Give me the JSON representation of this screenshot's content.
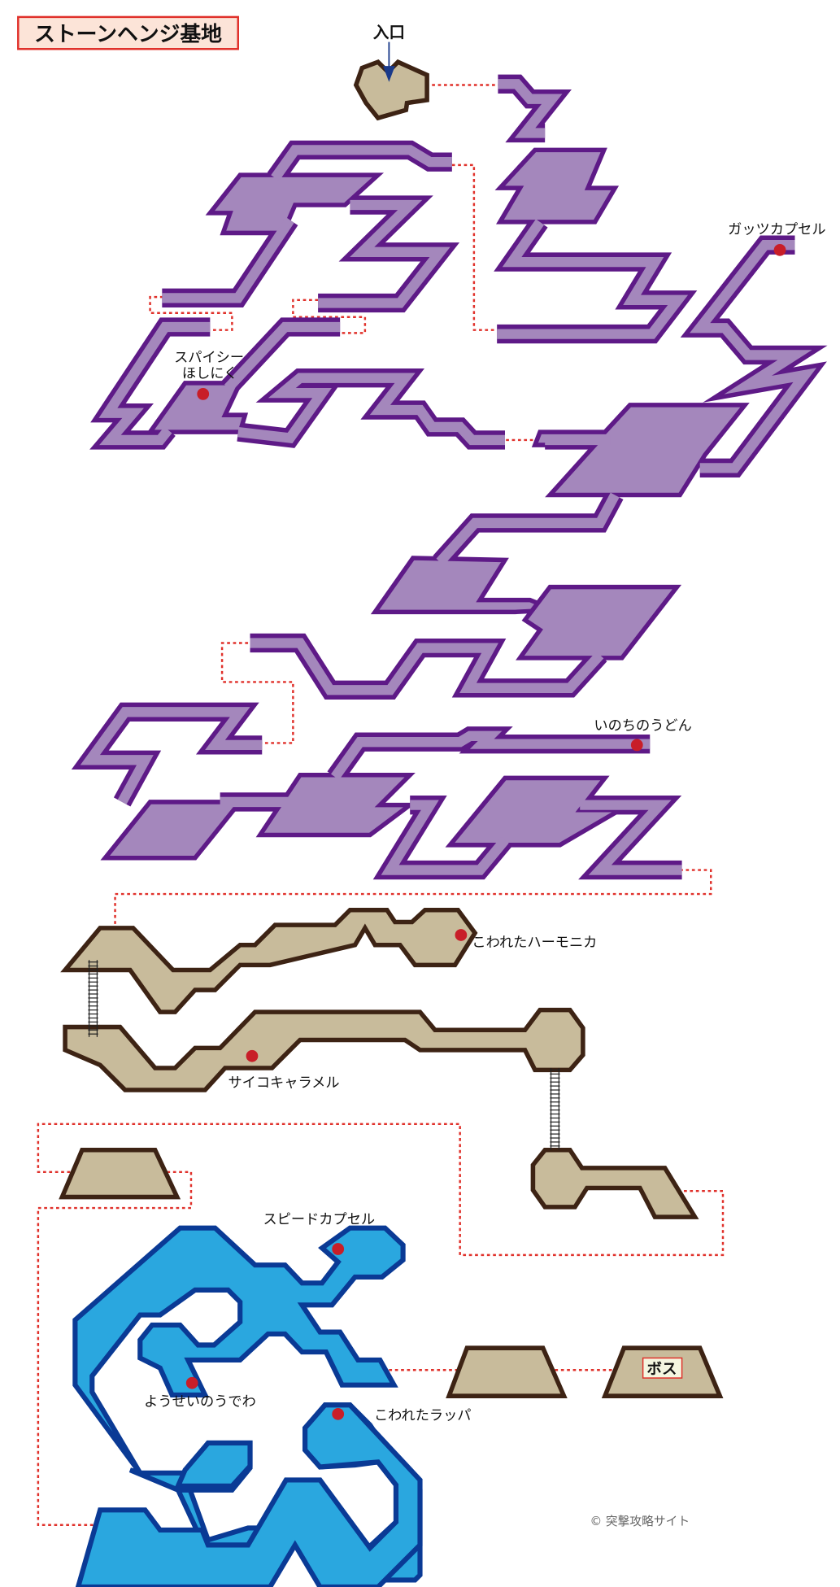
{
  "title": "ストーンヘンジ基地",
  "entrance_label": "入口",
  "boss_label": "ボス",
  "copyright": "© 突撃攻略サイト",
  "items": [
    {
      "name": "ガッツカプセル"
    },
    {
      "name": "スパイシー"
    },
    {
      "name": "ほしにく"
    },
    {
      "name": "いのちのうどん"
    },
    {
      "name": "こわれたハーモニカ"
    },
    {
      "name": "サイコキャラメル"
    },
    {
      "name": "スピードカプセル"
    },
    {
      "name": "ようせいのうでわ"
    },
    {
      "name": "こわれたラッパ"
    }
  ],
  "colors": {
    "purple_fill": "#a487bc",
    "purple_stroke": "#5e1a87",
    "tan_fill": "#c8bb9b",
    "tan_stroke": "#3d2314",
    "water_fill": "#2aa7df",
    "water_stroke": "#0a3a95",
    "connector": "#e0302a",
    "item_marker": "#c81e28"
  }
}
